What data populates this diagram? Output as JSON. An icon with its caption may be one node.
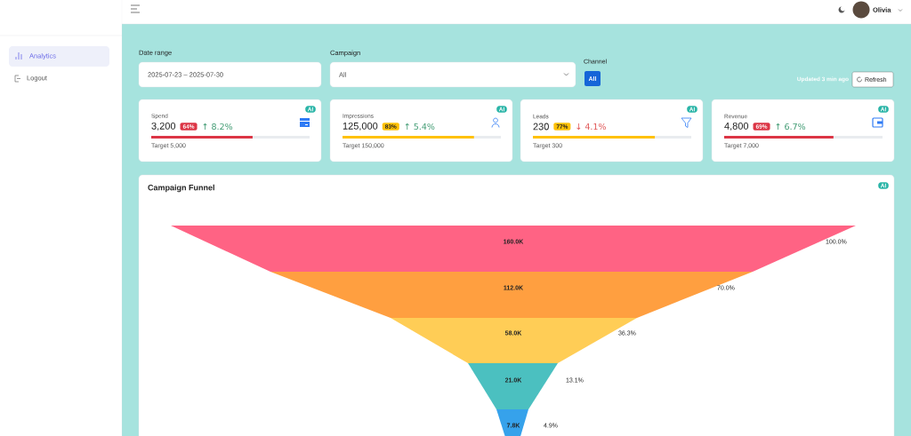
{
  "diagram": {
    "nodes": [
      {
        "text": [
          "Date range",
          "2025-07-23 – 2025-07-30"
        ]
      },
      {
        "text": [
          "Campaign",
          "All"
        ]
      },
      {
        "text": [
          "All"
        ]
      },
      {
        "text": [
          "Refresh"
        ]
      },
      {
        "text": [
          "Spend",
          "3,200",
          "64%",
          "↑ 8.2%",
          "Target 5,000",
          "AI"
        ]
      },
      {
        "text": [
          "Impressions",
          "125,000",
          "83%",
          "↑ 5.4%",
          "Target 150,000",
          "AI"
        ]
      },
      {
        "text": [
          "Leads",
          "230",
          "77%",
          "↓ 4.1%",
          "Target 300",
          "AI"
        ]
      },
      {
        "text": [
          "Revenue",
          "4,800",
          "69%",
          "↑ 6.7%",
          "Target 7,000",
          "AI"
        ]
      },
      {
        "text": [
          "Campaign Funnel",
          "AI"
        ]
      },
      {
        "text": [
          "160.0K"
        ],
        "beside": [
          "100.0%"
        ],
        "in": 8
      },
      {
        "text": [
          "112.0K"
        ],
        "beside": [
          "70.0%"
        ],
        "in": 8
      },
      {
        "text": [
          "58.0K"
        ],
        "beside": [
          "36.3%"
        ],
        "in": 8
      },
      {
        "text": [
          "21.0K"
        ],
        "beside": [
          "13.1%"
        ],
        "in": 8
      },
      {
        "text": [
          "7.8K"
        ],
        "beside": [
          "4.9%"
        ],
        "in": 8
      }
    ],
    "labels": [
      "Olivia",
      "Analytics",
      "Logout",
      "Channel",
      "Updated 3 min ago"
    ]
  }
}
